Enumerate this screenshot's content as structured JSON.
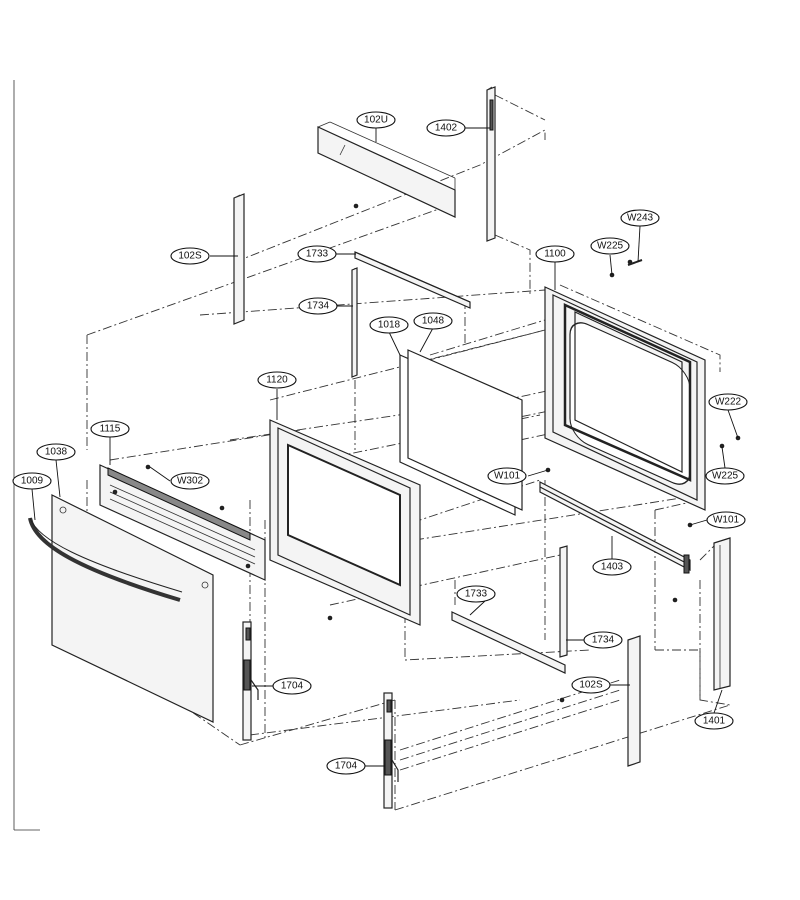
{
  "callouts": [
    {
      "id": "c-102u",
      "label": "102U"
    },
    {
      "id": "c-1402",
      "label": "1402"
    },
    {
      "id": "c-102s-top",
      "label": "102S"
    },
    {
      "id": "c-1733-top",
      "label": "1733"
    },
    {
      "id": "c-1734-top",
      "label": "1734"
    },
    {
      "id": "c-1018",
      "label": "1018"
    },
    {
      "id": "c-1048",
      "label": "1048"
    },
    {
      "id": "c-1100",
      "label": "1100"
    },
    {
      "id": "c-w225-top",
      "label": "W225"
    },
    {
      "id": "c-w243",
      "label": "W243"
    },
    {
      "id": "c-1120",
      "label": "1120"
    },
    {
      "id": "c-w222",
      "label": "W222"
    },
    {
      "id": "c-1115",
      "label": "1115"
    },
    {
      "id": "c-1038",
      "label": "1038"
    },
    {
      "id": "c-1009",
      "label": "1009"
    },
    {
      "id": "c-w302",
      "label": "W302"
    },
    {
      "id": "c-w101-mid",
      "label": "W101"
    },
    {
      "id": "c-w225-right",
      "label": "W225"
    },
    {
      "id": "c-w101-right",
      "label": "W101"
    },
    {
      "id": "c-1403",
      "label": "1403"
    },
    {
      "id": "c-1733-bot",
      "label": "1733"
    },
    {
      "id": "c-1734-bot",
      "label": "1734"
    },
    {
      "id": "c-102s-bot",
      "label": "102S"
    },
    {
      "id": "c-1704-left",
      "label": "1704"
    },
    {
      "id": "c-1704-bot",
      "label": "1704"
    },
    {
      "id": "c-1401",
      "label": "1401"
    }
  ]
}
